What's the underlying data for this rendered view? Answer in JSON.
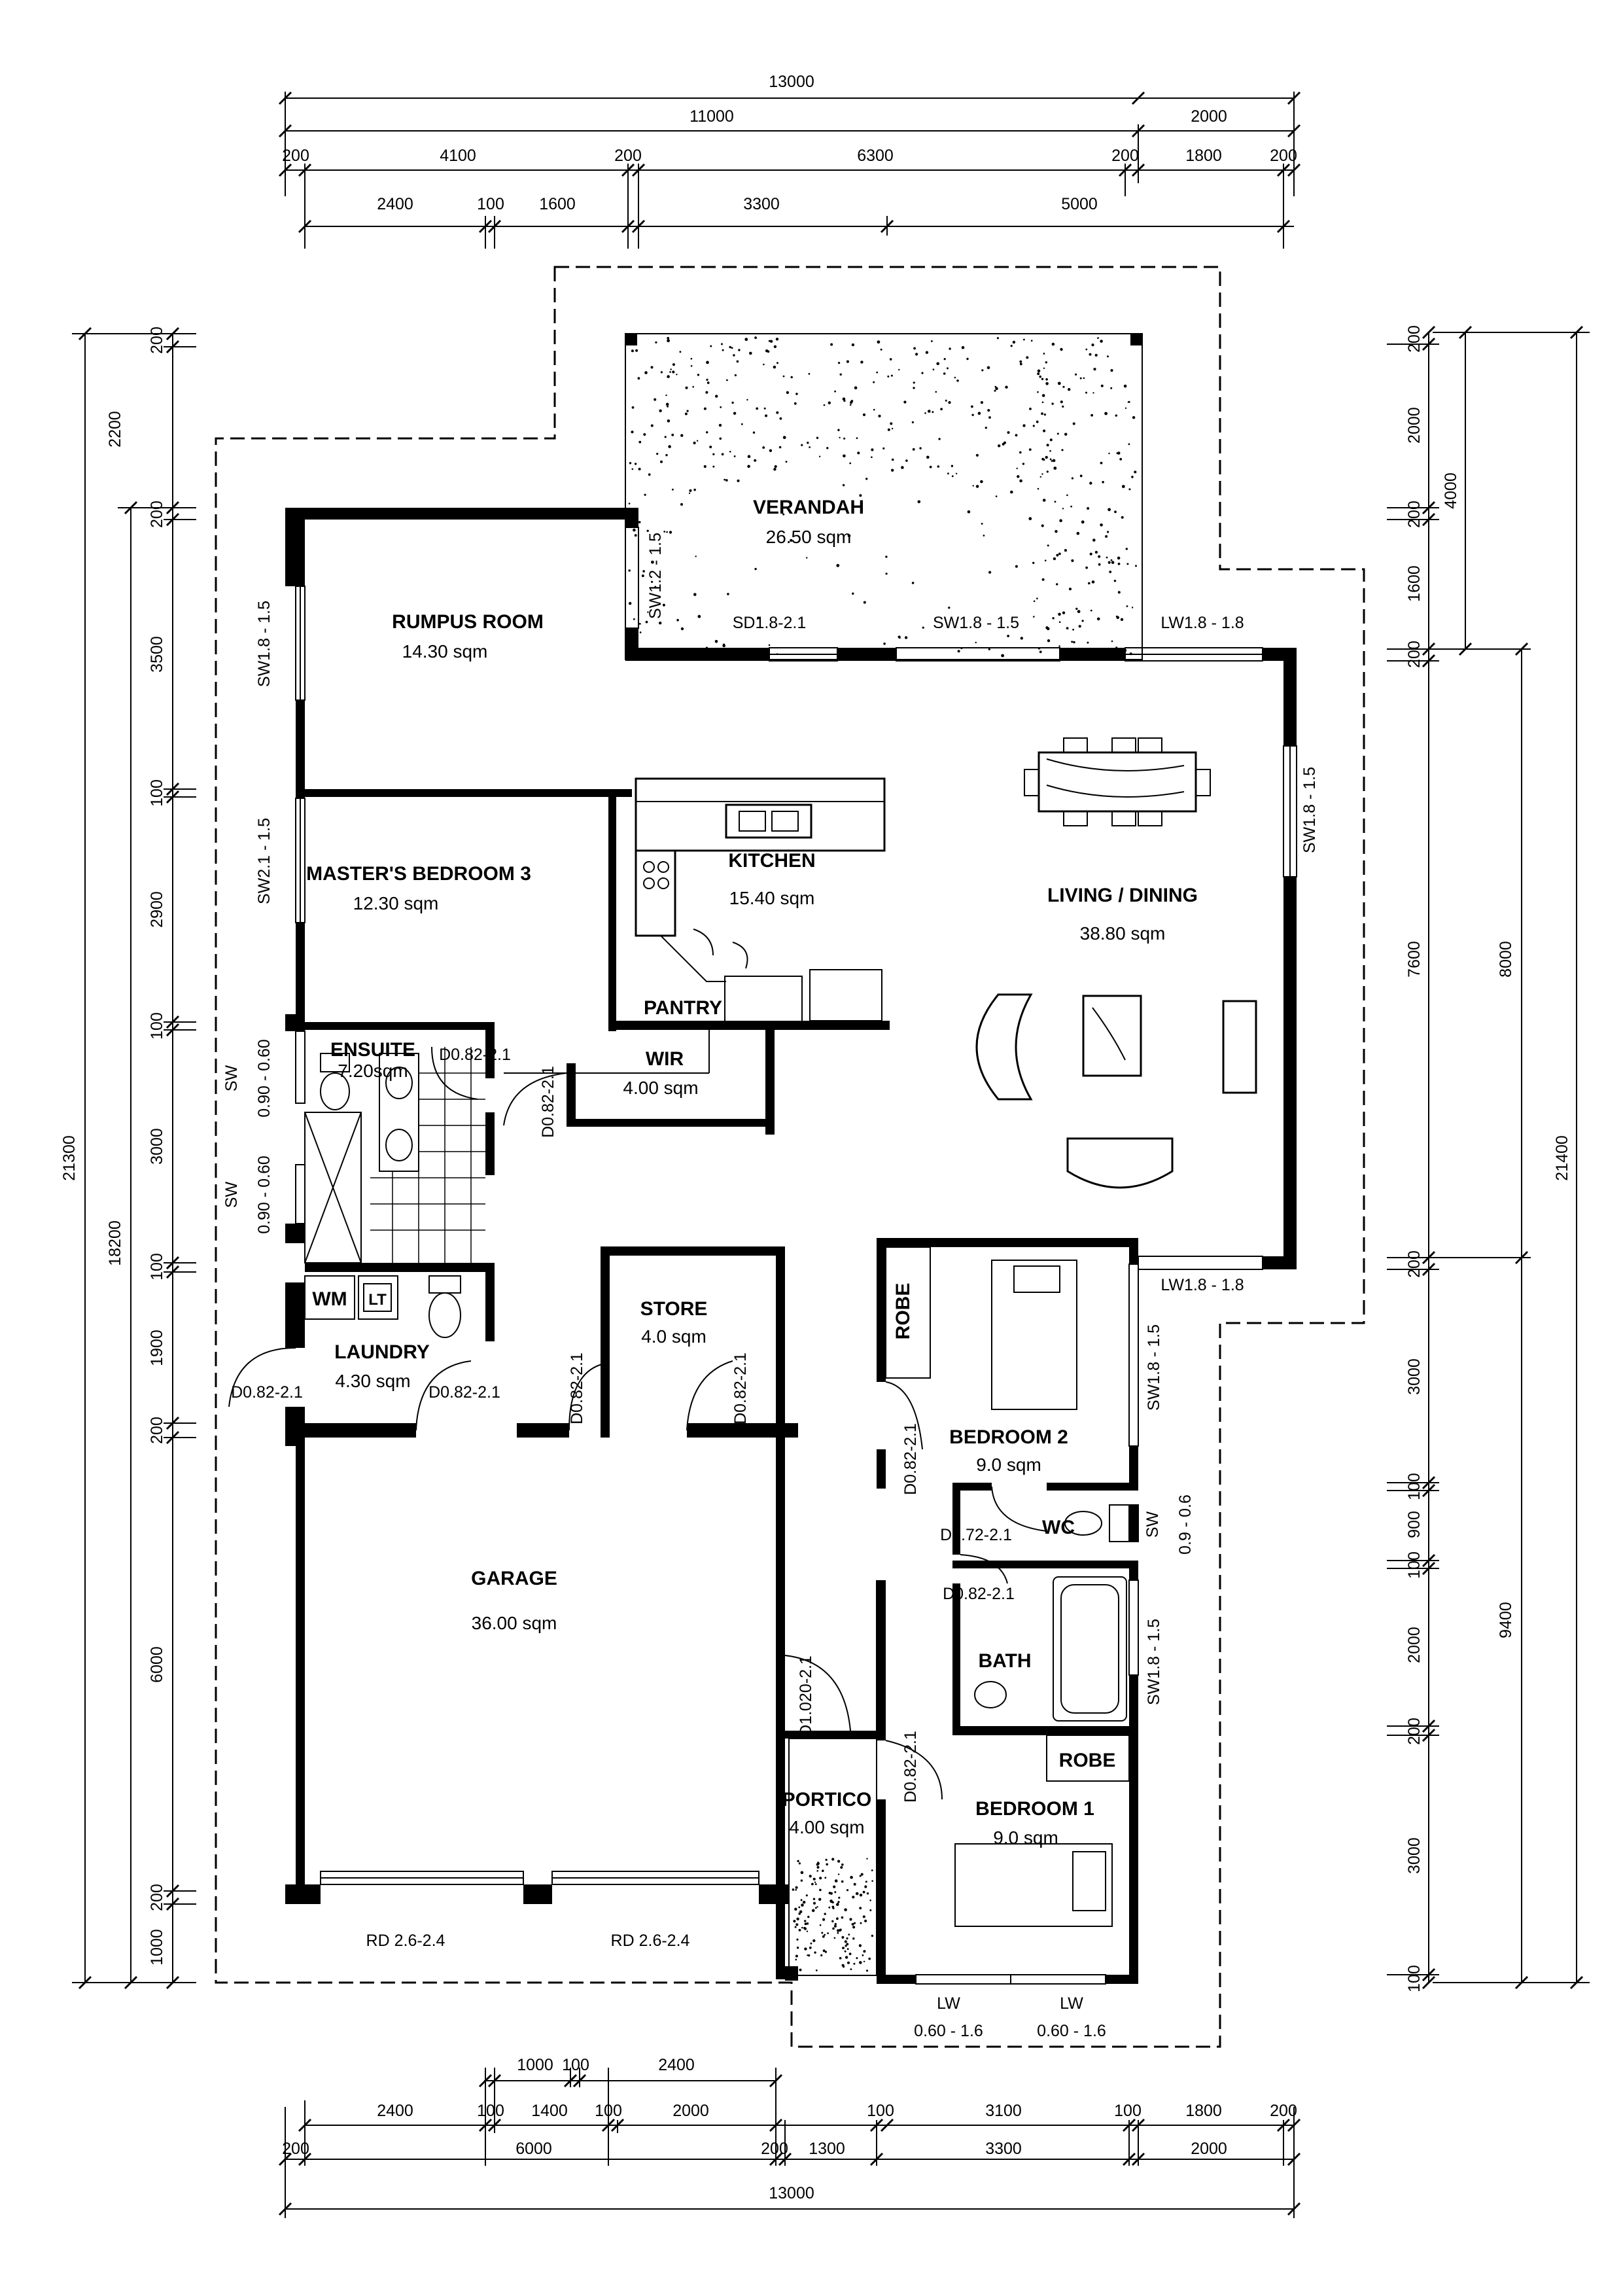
{
  "rooms": {
    "verandah": {
      "label": "VERANDAH",
      "area": "26.50 sqm"
    },
    "rumpus": {
      "label": "RUMPUS ROOM",
      "area": "14.30 sqm"
    },
    "master": {
      "label": "MASTER'S BEDROOM 3",
      "area": "12.30  sqm"
    },
    "kitchen": {
      "label": "KITCHEN",
      "area": "15.40 sqm"
    },
    "living": {
      "label": "LIVING / DINING",
      "area": "38.80 sqm"
    },
    "pantry": {
      "label": "PANTRY"
    },
    "wir": {
      "label": "WIR",
      "area": "4.00 sqm"
    },
    "ensuite": {
      "label": "ENSUITE",
      "area": "7.20sqm"
    },
    "laundry": {
      "label": "LAUNDRY",
      "area": "4.30 sqm"
    },
    "store": {
      "label": "STORE",
      "area": "4.0 sqm"
    },
    "garage": {
      "label": "GARAGE",
      "area": "36.00 sqm"
    },
    "bedroom2": {
      "label": "BEDROOM 2",
      "area": "9.0 sqm"
    },
    "bedroom1": {
      "label": "BEDROOM 1",
      "area": "9.0 sqm"
    },
    "bath": {
      "label": "BATH"
    },
    "wc": {
      "label": "WC"
    },
    "portico": {
      "label": "PORTICO",
      "area": "4.00 sqm"
    },
    "robe_bed2": {
      "label": "ROBE"
    },
    "robe_bed1": {
      "label": "ROBE"
    }
  },
  "fixtures": {
    "wm": "WM",
    "lt": "LT"
  },
  "openings": {
    "sw_verandah": "SW1.2 - 1.5",
    "sd_verandah": "SD1.8-2.1",
    "sw_living_top": "SW1.8 - 1.5",
    "lw_top": "LW1.8 - 1.8",
    "sw_living_right": "SW1.8 - 1.5",
    "lw_bottom": "LW1.8 - 1.8",
    "sw_rumpus": "SW1.8 - 1.5",
    "sw_master": "SW2.1 - 1.5",
    "sw_ens1_a": "SW",
    "sw_ens1_b": "0.90 - 0.60",
    "sw_ens2_a": "SW",
    "sw_ens2_b": "0.90 - 0.60",
    "d_ensuite": "D0.82-2.1",
    "d_wir": "D0.82-2.1",
    "d_laundry_ext": "D0.82-2.1",
    "d_laundry": "D0.82-2.1",
    "d_store_1": "D0.82-2.1",
    "d_store_2": "D0.82-2.1",
    "d_bed2": "D0.82-2.1",
    "sw_bed2": "SW1.8 - 1.5",
    "d_wc": "D0.72-2.1",
    "sw_wc_a": "SW",
    "sw_wc_b": "0.9 - 0.6",
    "d_bath": "D0.82-2.1",
    "sw_bath": "SW1.8 - 1.5",
    "d_entry": "D1.020-2.1",
    "d_bed1": "D0.82-2.1",
    "rd_1": "RD 2.6-2.4",
    "rd_2": "RD 2.6-2.4",
    "lw_bed1_a1": "LW",
    "lw_bed1_a2": "0.60 - 1.6",
    "lw_bed1_b1": "LW",
    "lw_bed1_b2": "0.60 - 1.6"
  },
  "dims": {
    "top": {
      "total": "13000",
      "r2a": "11000",
      "r2b": "2000",
      "r3": [
        "200",
        "4100",
        "200",
        "6300",
        "200",
        "1800",
        "200"
      ],
      "r4": [
        "2400",
        "100",
        "1600",
        "3300",
        "5000"
      ]
    },
    "bottom": {
      "b1": [
        "1000",
        "100",
        "2400"
      ],
      "b2": [
        "2400",
        "100",
        "1400",
        "100",
        "2000",
        "100",
        "3100",
        "100",
        "1800",
        "200"
      ],
      "b3": [
        "200",
        "6000",
        "200",
        "1300",
        "3300",
        "2000"
      ],
      "total": "13000"
    },
    "left": {
      "l1": [
        "200",
        "2200",
        "200",
        "3500",
        "100",
        "2900",
        "100",
        "3000",
        "100",
        "1900",
        "200",
        "6000",
        "200",
        "1000"
      ],
      "l2": "18200",
      "l3": "21300"
    },
    "right": {
      "r1": [
        "200",
        "2000",
        "200",
        "1600",
        "200",
        "7600",
        "200",
        "3000",
        "100",
        "900",
        "100",
        "2000",
        "200",
        "3000",
        "100"
      ],
      "r2a": "4000",
      "r2b": "8000",
      "r2c": "9400",
      "r3": "21400"
    }
  }
}
